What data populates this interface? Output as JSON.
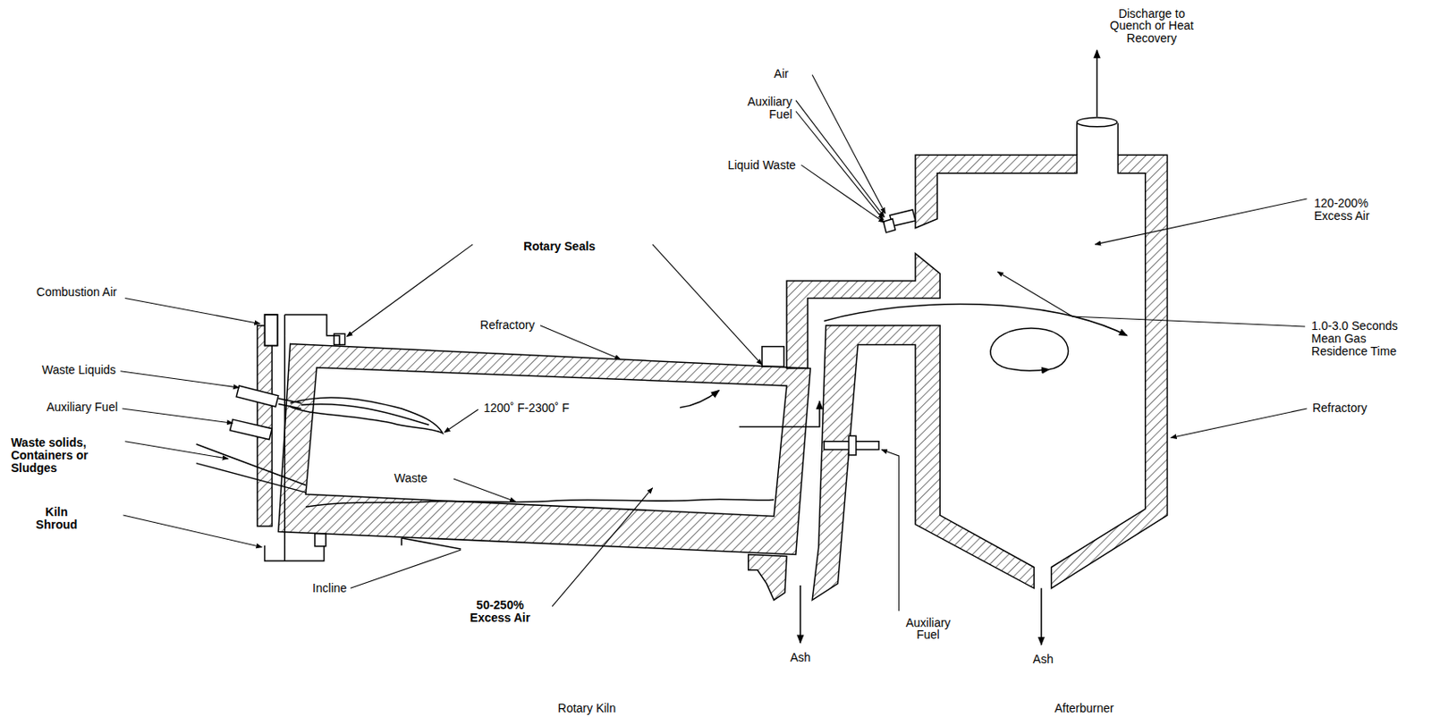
{
  "diagram": {
    "labels": [
      "Discharge to Quench or Heat Recovery",
      "Air",
      "Auxiliary Fuel",
      "Liquid Waste",
      "120-200% Excess Air",
      "Rotary Seals",
      "Combustion Air",
      "Refractory",
      "1.0-3.0 Seconds Mean Gas Residence Time",
      "Waste Liquids",
      "Auxiliary Fuel",
      "1200˚ F-2300˚ F",
      "Waste solids, Containers or Sludges",
      "Refractory",
      "Waste",
      "Kiln Shroud",
      "Incline",
      "50-250% Excess Air",
      "Ash",
      "Auxiliary Fuel",
      "Ash",
      "Rotary Kiln",
      "Afterburner"
    ]
  }
}
